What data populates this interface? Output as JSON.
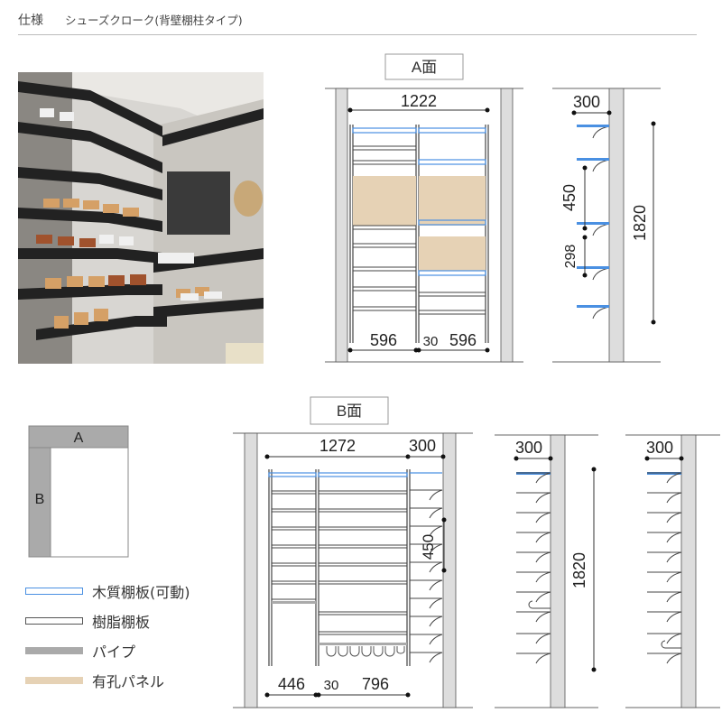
{
  "header": {
    "spec_label": "仕様",
    "subtitle": "シューズクローク(背壁棚柱タイプ)"
  },
  "face_a": {
    "label": "A面",
    "total_width": "1222",
    "left_width": "596",
    "gap": "30",
    "right_width": "596"
  },
  "side_a": {
    "depth": "300",
    "pitch": "450",
    "small_pitch": "298",
    "height": "1820"
  },
  "face_b": {
    "label": "B面",
    "total_width": "1272",
    "side_depth": "300",
    "pitch": "450",
    "left_width": "446",
    "gap": "30",
    "right_width": "796"
  },
  "side_b1": {
    "depth": "300",
    "height": "1820"
  },
  "side_b2": {
    "depth": "300"
  },
  "layout_key": {
    "a": "A",
    "b": "B"
  },
  "legend": [
    {
      "label": "木質棚板(可動)",
      "color": "#4a90e2"
    },
    {
      "label": "樹脂棚板",
      "color": "#555555"
    },
    {
      "label": "パイプ",
      "color": "#aaaaaa"
    },
    {
      "label": "有孔パネル",
      "color": "#e6d2b5"
    }
  ],
  "colors": {
    "wall": "#dddddd",
    "line": "#333333",
    "wood_shelf": "#4a90e2",
    "panel": "#e6d2b5",
    "pipe": "#aaaaaa"
  }
}
